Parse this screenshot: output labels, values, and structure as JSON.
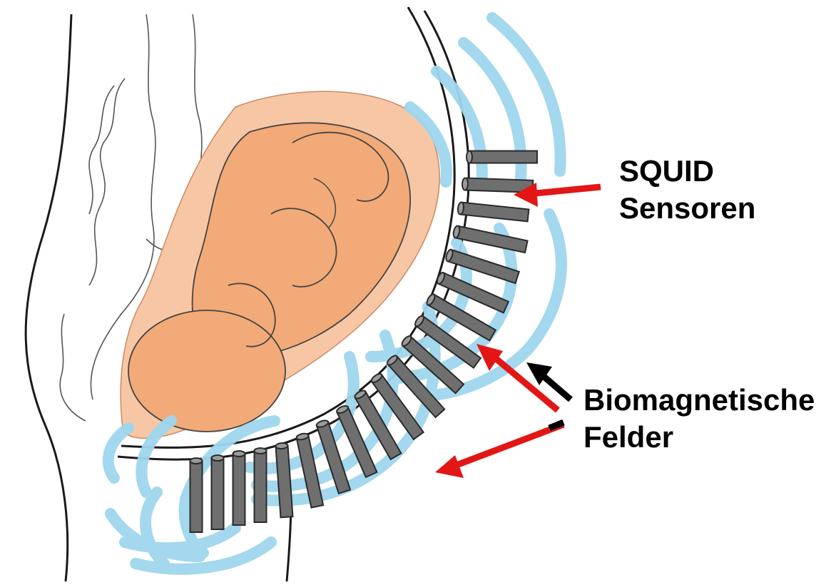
{
  "labels": {
    "squid_line1": "SQUID",
    "squid_line2": "Sensoren",
    "bio_line1": "Biomagnetische",
    "bio_line2": "Felder"
  },
  "colors": {
    "field": "#9fd6ee",
    "sensor": "#6f6f6f",
    "sensor_edge": "#2a2a2a",
    "fetus": "#f2aa78",
    "uterus": "#f7c7a5",
    "arrow_red": "#e31616",
    "arrow_black": "#000000",
    "outline": "#1a1a1a"
  },
  "icons": [
    "pregnant-body-outline",
    "fetus-figure",
    "squid-sensor-array",
    "magnetic-field-waves",
    "arrow"
  ]
}
